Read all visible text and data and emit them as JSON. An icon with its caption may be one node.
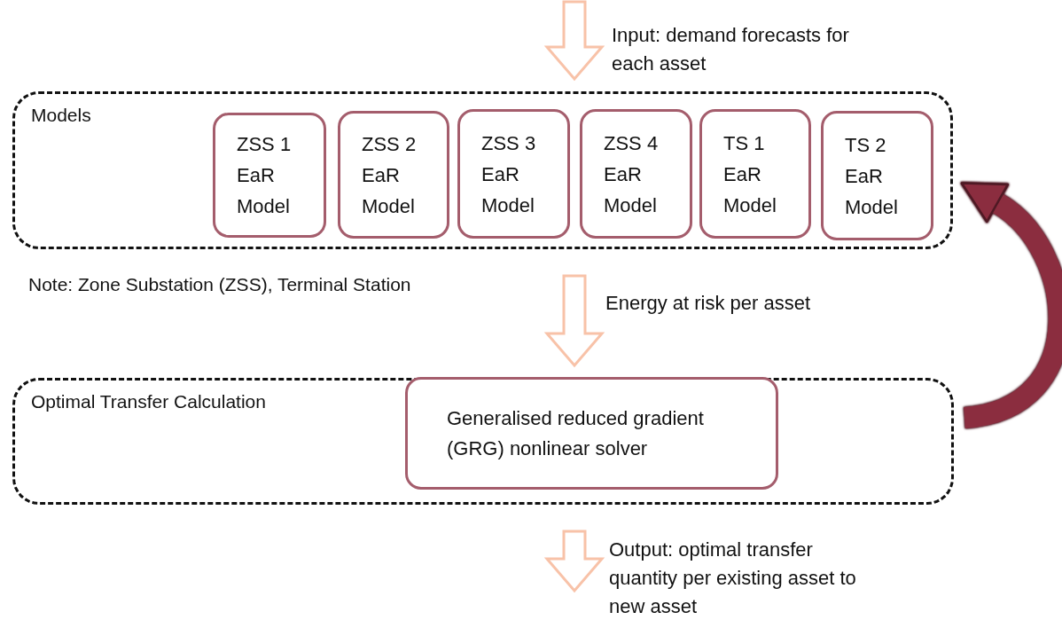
{
  "diagram": {
    "nodes": [
      {
        "text": [
          "Models"
        ]
      },
      {
        "text": [
          "ZSS 1 EaR Model"
        ],
        "in": 0
      },
      {
        "text": [
          "ZSS 2 EaR Model"
        ],
        "in": 0
      },
      {
        "text": [
          "ZSS 3 EaR Model"
        ],
        "in": 0
      },
      {
        "text": [
          "ZSS 4 EaR Model"
        ],
        "in": 0
      },
      {
        "text": [
          "TS 1 EaR Model"
        ],
        "in": 0
      },
      {
        "text": [
          "TS 2 EaR Model"
        ],
        "in": 0
      },
      {
        "text": [
          "Optimal Transfer Calculation"
        ]
      },
      {
        "text": [
          "Generalised reduced gradient (GRG) nonlinear solver"
        ],
        "in": 7
      }
    ],
    "edges": [
      {
        "from": null,
        "to": 0,
        "arrow": "to",
        "label": "Input: demand forecasts for each asset"
      },
      {
        "from": 0,
        "to": 7,
        "arrow": "to",
        "label": "Energy at risk per asset"
      },
      {
        "from": 7,
        "to": null,
        "arrow": "to",
        "label": "Output: optimal transfer quantity per existing asset to new asset"
      },
      {
        "from": 7,
        "to": 0,
        "arrow": "to",
        "color": "#8b2d3f"
      }
    ],
    "labels": [
      "Note: Zone Substation (ZSS), Terminal Station"
    ]
  }
}
